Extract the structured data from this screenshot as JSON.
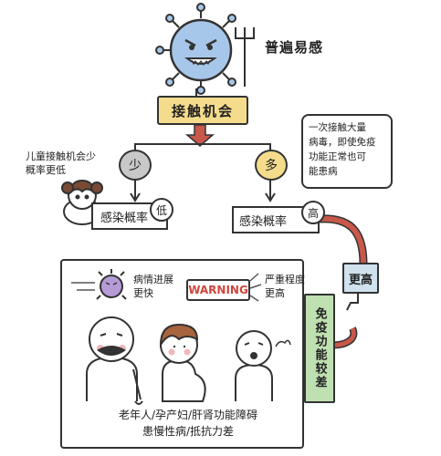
{
  "header": {
    "label": "普遍易感"
  },
  "main_box": {
    "label": "接触机会"
  },
  "left": {
    "note": "儿童接触机会少\n概率更低",
    "level": "少",
    "result": "感染概率",
    "result_badge": "低"
  },
  "right": {
    "note": "一次接触大量\n病毒，即使免疫\n功能正常也可\n能患病",
    "level": "多",
    "result": "感染概率",
    "result_badge": "高"
  },
  "higher": {
    "label": "更高"
  },
  "immune": {
    "label": "免疫功能较差"
  },
  "panel": {
    "fast_note": "病情进展\n更快",
    "warning": "WARNING",
    "severe_note": "严重程度\n更高",
    "caption": "老年人/孕产妇/肝肾功能障碍\n患慢性病/抵抗力差"
  },
  "colors": {
    "virus": "#a7c7ea",
    "box_yellow": "#f4dc8c",
    "box_blue": "#cfe2ee",
    "box_green": "#bfe0b0",
    "arrow_red": "#c8584a",
    "warn_red": "#d0453a"
  },
  "icons": [
    "virus-icon",
    "trident-icon",
    "girl-icon",
    "small-virus-icon",
    "elderly-icon",
    "pregnant-icon",
    "sick-person-icon"
  ]
}
